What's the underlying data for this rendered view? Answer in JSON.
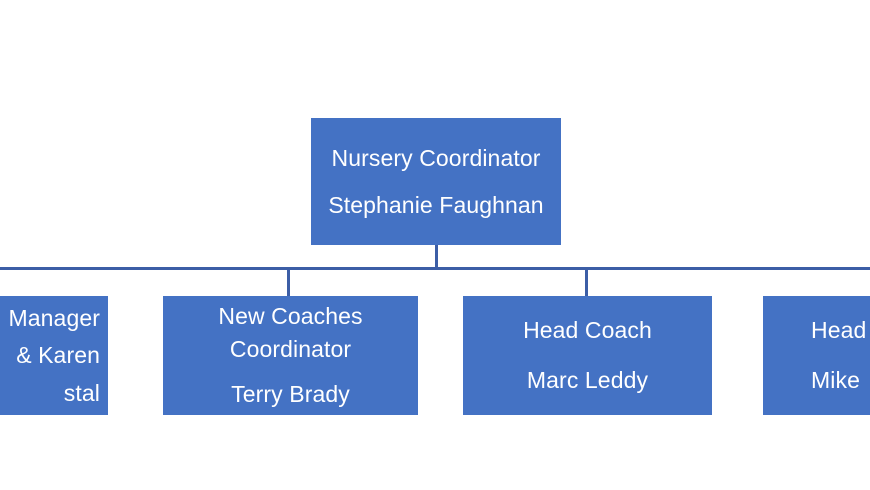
{
  "chart": {
    "type": "org-chart",
    "background_color": "#FFFFFF",
    "node_fill_color": "#4472C4",
    "node_text_color": "#FFFFFF",
    "connector_color": "#3C5EA6",
    "root": {
      "title": "Nursery Coordinator",
      "name": "Stephanie Faughnan"
    },
    "children": [
      {
        "title": "Manager",
        "name": "& Karen",
        "name2": "stal",
        "clipped": "left"
      },
      {
        "title_line1": "New Coaches",
        "title_line2": "Coordinator",
        "name": "Terry Brady"
      },
      {
        "title": "Head Coach",
        "name": "Marc Leddy"
      },
      {
        "title": "Head",
        "name": "Mike",
        "clipped": "right"
      }
    ]
  }
}
